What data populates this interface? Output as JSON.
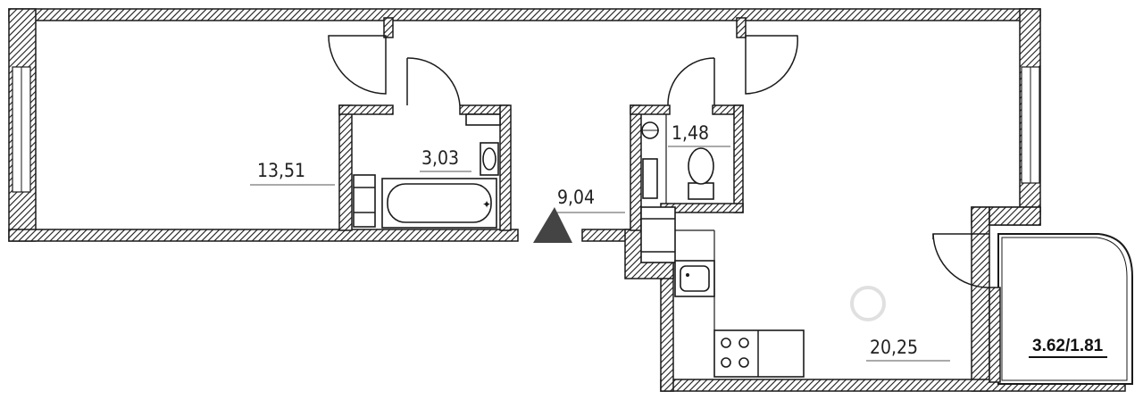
{
  "rooms": {
    "room_large": {
      "area": "13,51"
    },
    "bathroom": {
      "area": "3,03"
    },
    "hallway": {
      "area": "9,04"
    },
    "toilet": {
      "area": "1,48"
    },
    "kitchen_living": {
      "area": "20,25"
    },
    "balcony": {
      "area": "3.62/1.81"
    }
  },
  "colors": {
    "wall_fill": "#1a1a1a",
    "hatch_bg": "#ffffff",
    "entrance_marker": "#444444"
  },
  "icons": {
    "entrance": "triangle-up",
    "watermark": "cian-logo"
  }
}
